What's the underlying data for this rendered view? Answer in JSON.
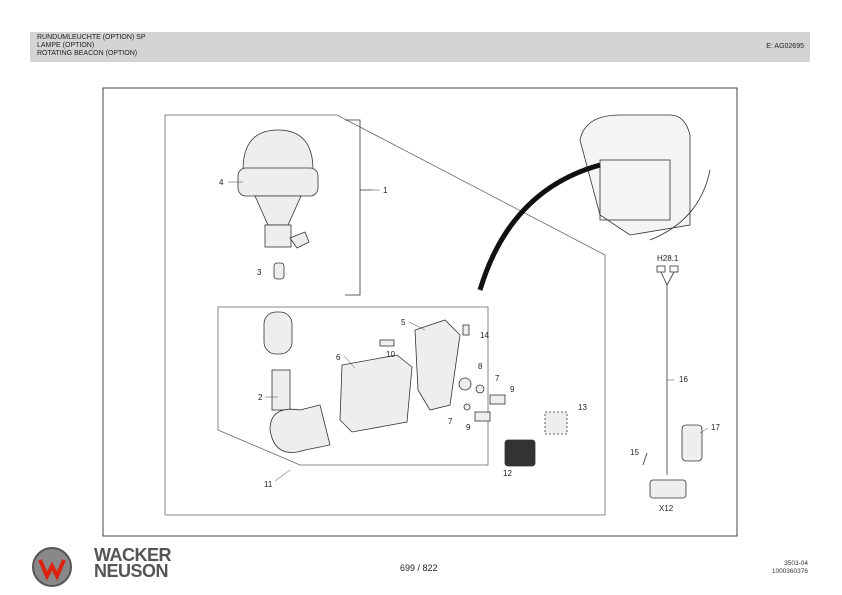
{
  "header": {
    "title_lines": [
      "RUNDUMLEUCHTE (OPTION) SP",
      "LAMPE (OPTION)",
      "ROTATING BEACON (OPTION)"
    ],
    "drawing_code": "E: AG02695"
  },
  "callouts": {
    "c1": "1",
    "c2": "2",
    "c3": "3",
    "c4": "4",
    "c5": "5",
    "c6": "6",
    "c7a": "7",
    "c7b": "7",
    "c8": "8",
    "c9a": "9",
    "c9b": "9",
    "c10": "10",
    "c11": "11",
    "c12": "12",
    "c13": "13",
    "c14": "14",
    "c15": "15",
    "c16": "16",
    "c17": "17",
    "h28": "H28.1",
    "x12": "X12"
  },
  "footer": {
    "brand_line1": "WACKER",
    "brand_line2": "NEUSON",
    "page": "699 / 822",
    "doc_version": "3503-04",
    "doc_number": "1000360376"
  }
}
